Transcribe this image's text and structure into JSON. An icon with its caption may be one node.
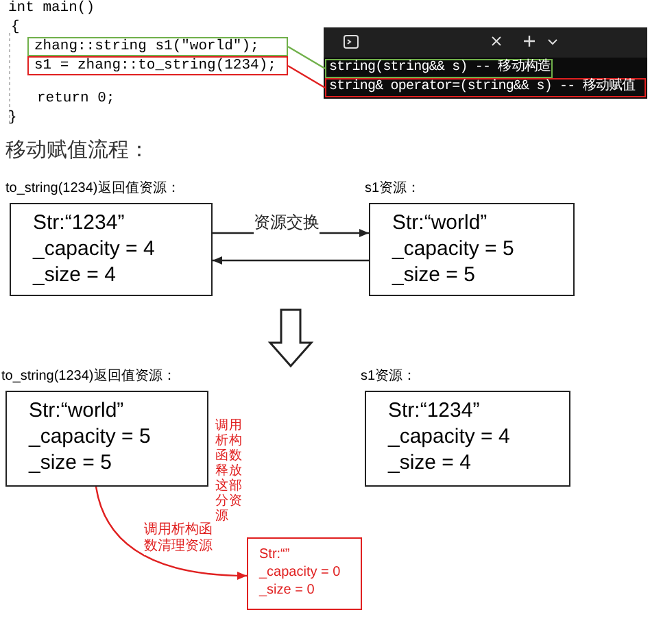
{
  "diagram": {
    "title": "移动赋值流程：",
    "nodes": [
      {
        "text": [
          "zhang::string s1(\"world\");"
        ]
      },
      {
        "text": [
          "s1 = zhang::to_string(1234);"
        ]
      },
      {
        "text": [
          "string(string&& s) -- 移动构造"
        ]
      },
      {
        "text": [
          "string& operator=(string&& s) -- 移动赋值"
        ]
      },
      {
        "text": [
          "to_string(1234)返回值资源：",
          "Str:“1234”",
          "_capacity = 4",
          "_size = 4"
        ]
      },
      {
        "text": [
          "s1资源：",
          "Str:“world”",
          "_capacity = 5",
          "_size = 5"
        ]
      },
      {
        "text": [
          "to_string(1234)返回值资源：",
          "Str:“world”",
          "_capacity = 5",
          "_size = 5"
        ],
        "beside": [
          "调用析构函数释放这部分资源"
        ]
      },
      {
        "text": [
          "s1资源：",
          "Str:“1234”",
          "_capacity = 4",
          "_size = 4"
        ]
      },
      {
        "text": [
          "Str:“”",
          "_capacity = 0",
          "_size = 0"
        ]
      }
    ],
    "edges": [
      {
        "from": 0,
        "to": 2,
        "arrow": "none",
        "color": "#70b04a"
      },
      {
        "from": 1,
        "to": 3,
        "arrow": "none",
        "color": "#e02020"
      },
      {
        "from": 4,
        "to": 5,
        "arrow": "to",
        "label": "资源交换",
        "color": "#222222"
      },
      {
        "from": 5,
        "to": 4,
        "arrow": "to",
        "color": "#222222"
      },
      {
        "from": 6,
        "to": 8,
        "arrow": "to",
        "label": "调用析构函数清理资源",
        "color": "#e02020"
      }
    ],
    "labels": [
      "int main()",
      "{",
      "return 0;",
      "}"
    ]
  }
}
